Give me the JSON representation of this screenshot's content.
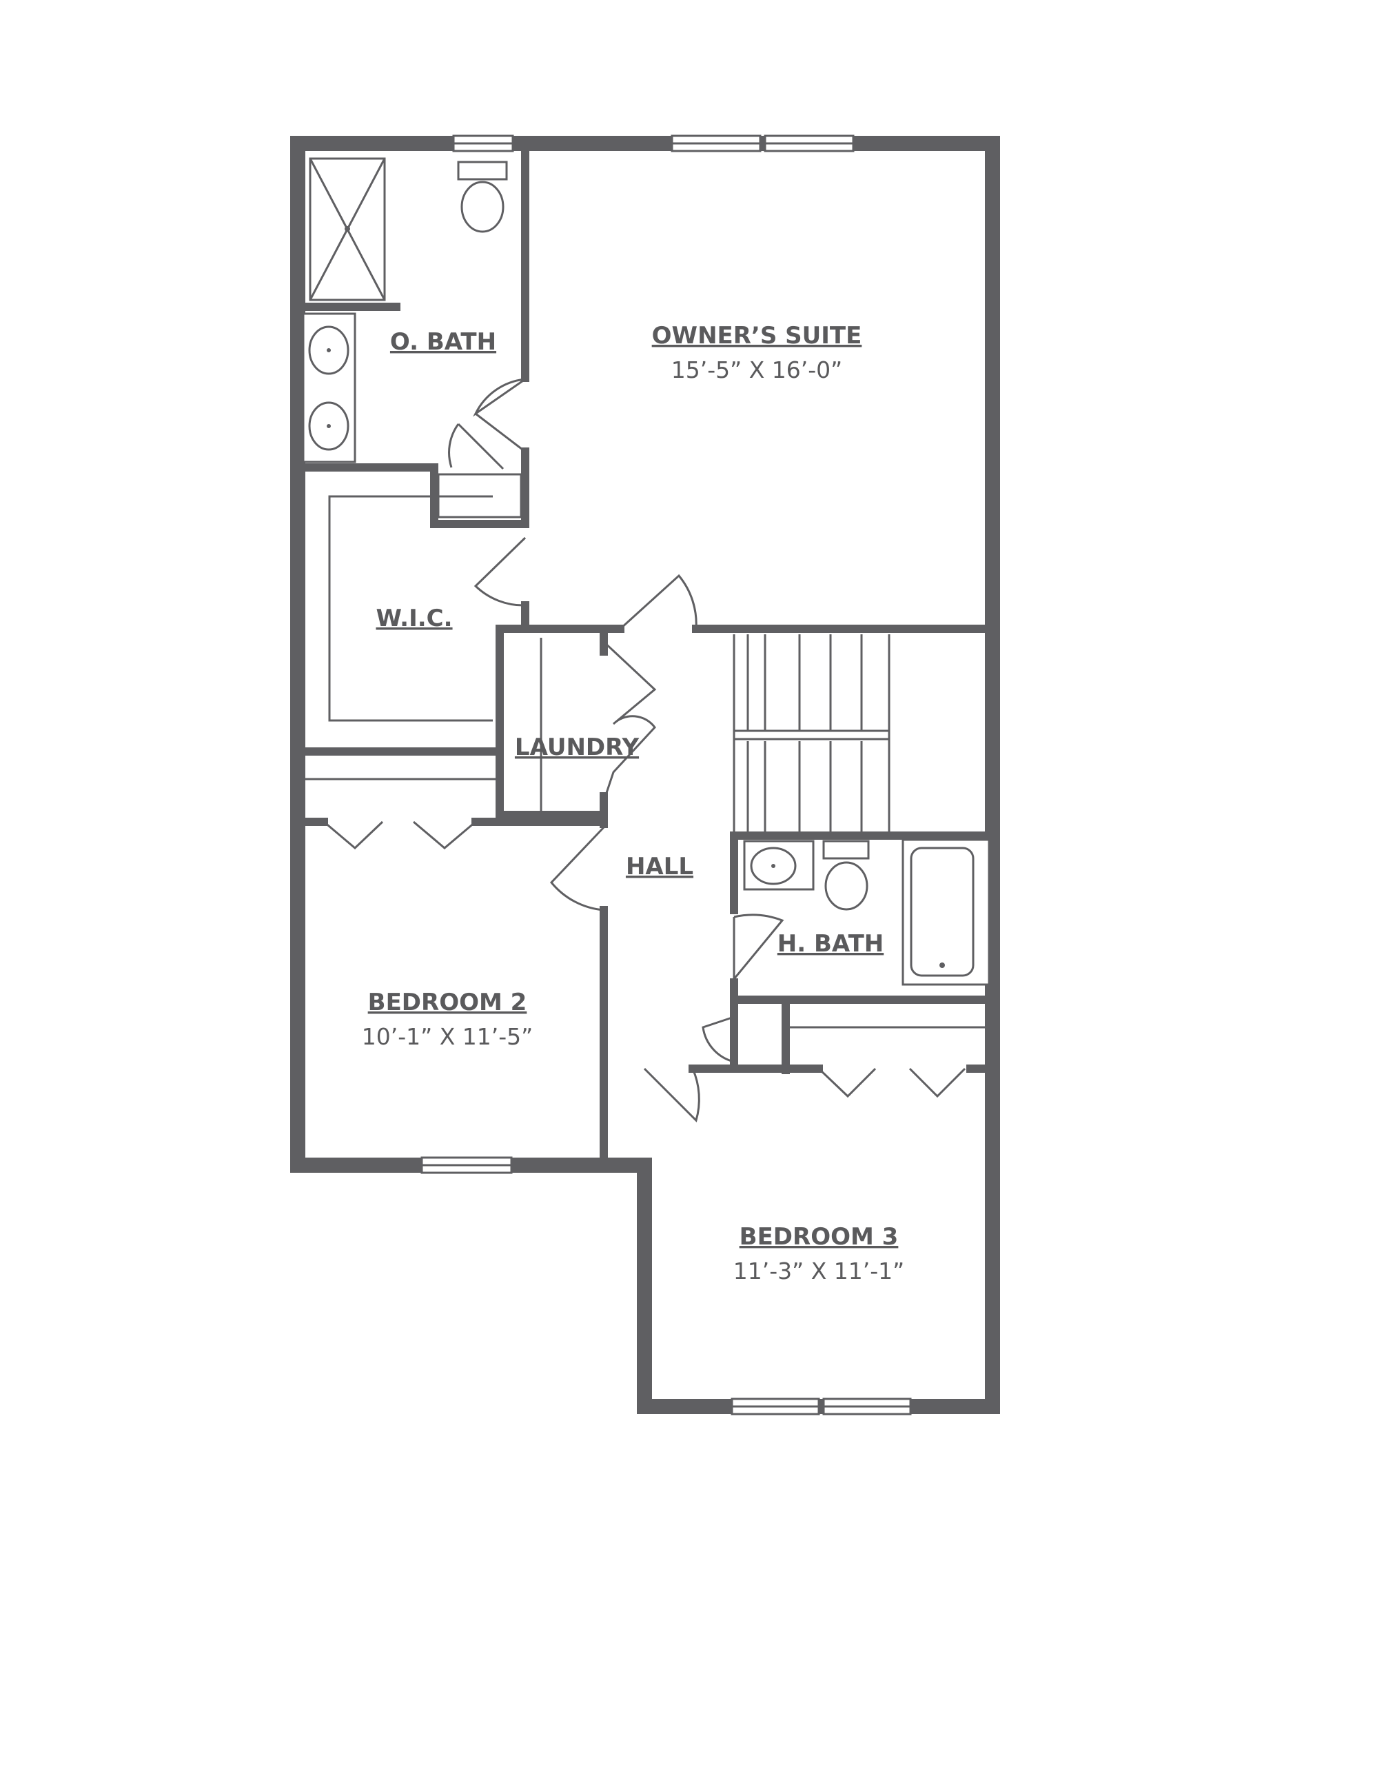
{
  "rooms": {
    "owners_suite": {
      "name": "OWNER’S SUITE",
      "dims": "15’-5” X 16’-0”"
    },
    "o_bath": {
      "name": "O. BATH"
    },
    "wic": {
      "name": "W.I.C."
    },
    "laundry": {
      "name": "LAUNDRY"
    },
    "hall": {
      "name": "HALL"
    },
    "h_bath": {
      "name": "H. BATH"
    },
    "bedroom_2": {
      "name": "BEDROOM 2",
      "dims": "10’-1” X 11’-5”"
    },
    "bedroom_3": {
      "name": "BEDROOM 3",
      "dims": "11’-3” X 11’-1”"
    }
  },
  "colors": {
    "wall": "#5f5f62",
    "label": "#5a5a5c",
    "background": "#ffffff"
  }
}
